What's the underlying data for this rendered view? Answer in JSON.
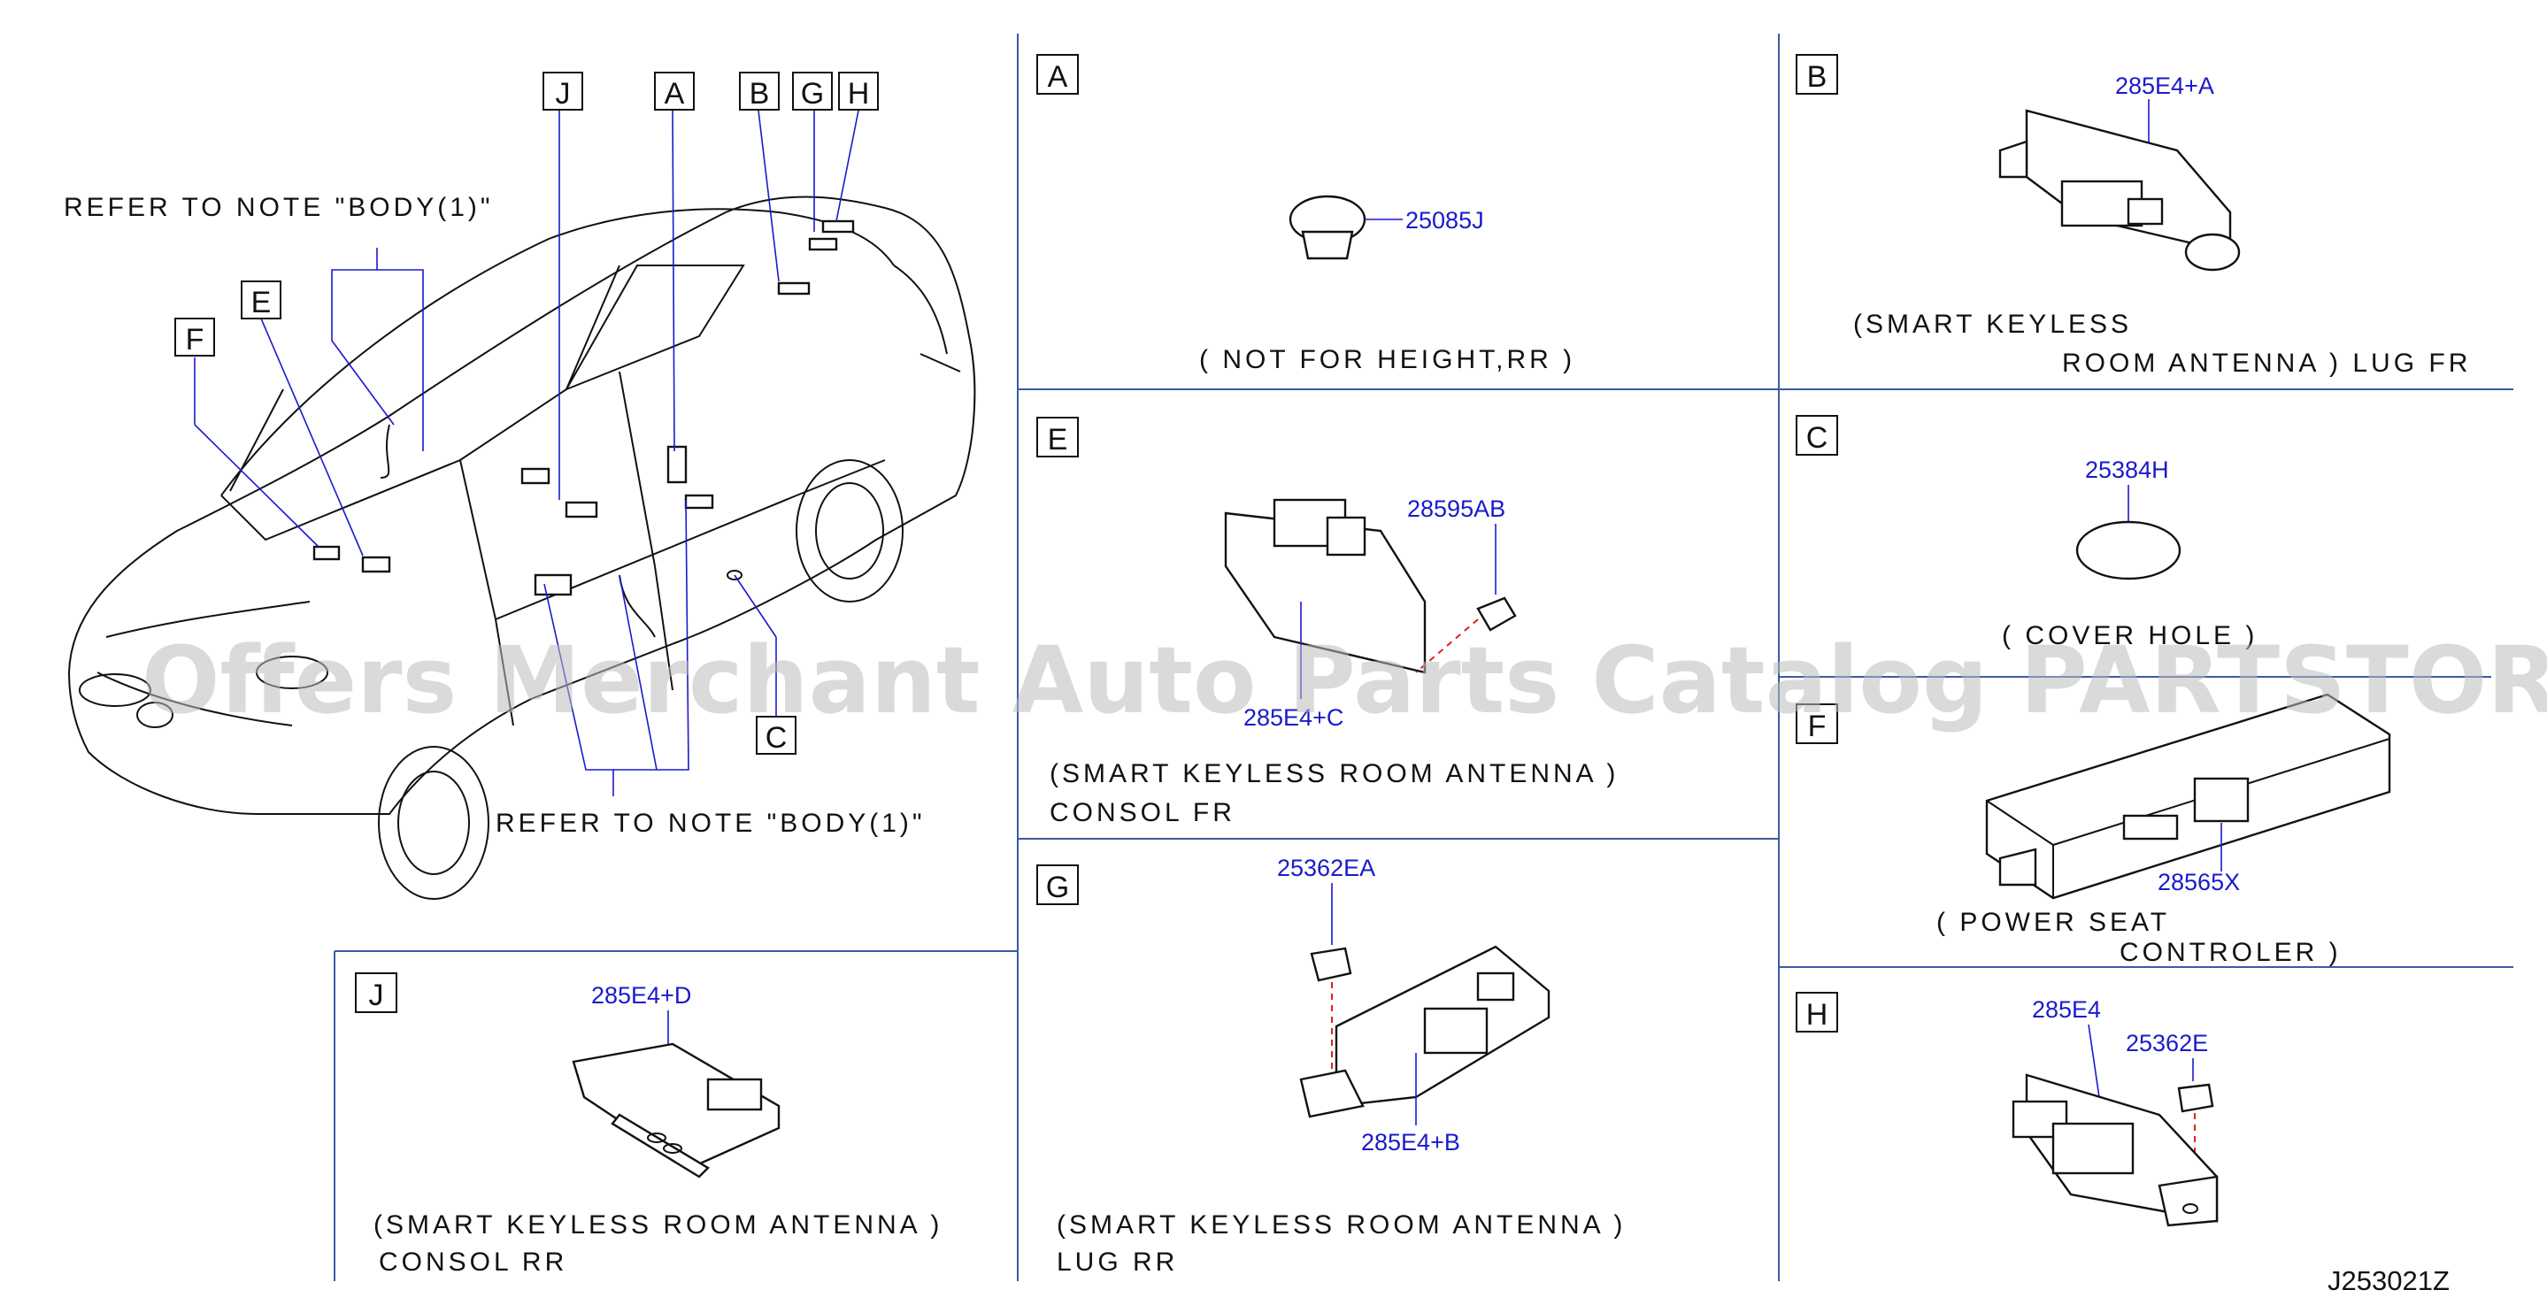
{
  "watermark": "Offers Merchant Auto Parts Catalog PARTSTORE.SA",
  "diagram_code": "J253021Z",
  "overview": {
    "note_top": "REFER  TO  NOTE  \"BODY(1)\"",
    "note_bottom": "REFER  TO  NOTE  \"BODY(1)\"",
    "callouts": [
      "J",
      "A",
      "B",
      "G",
      "H",
      "E",
      "F",
      "C"
    ]
  },
  "panels": {
    "A": {
      "letter": "A",
      "part": "25085J",
      "desc1": "( NOT  FOR  HEIGHT,RR )"
    },
    "B": {
      "letter": "B",
      "part": "285E4+A",
      "desc1": "(SMART  KEYLESS",
      "desc2": "ROOM  ANTENNA )    LUG  FR"
    },
    "E": {
      "letter": "E",
      "part1": "28595AB",
      "part2": "285E4+C",
      "desc1": "(SMART  KEYLESS  ROOM  ANTENNA )",
      "desc2": "CONSOL  FR"
    },
    "C": {
      "letter": "C",
      "part": "25384H",
      "desc1": "( COVER  HOLE )"
    },
    "F": {
      "letter": "F",
      "part": "28565X",
      "desc1": "( POWER  SEAT",
      "desc2": "CONTROLER )"
    },
    "G": {
      "letter": "G",
      "part1": "25362EA",
      "part2": "285E4+B",
      "desc1": "(SMART  KEYLESS  ROOM  ANTENNA )",
      "desc2": "LUG  RR"
    },
    "J": {
      "letter": "J",
      "part": "285E4+D",
      "desc1": "(SMART  KEYLESS  ROOM  ANTENNA )",
      "desc2": "CONSOL  RR"
    },
    "H": {
      "letter": "H",
      "part1": "285E4",
      "part2": "25362E"
    }
  }
}
